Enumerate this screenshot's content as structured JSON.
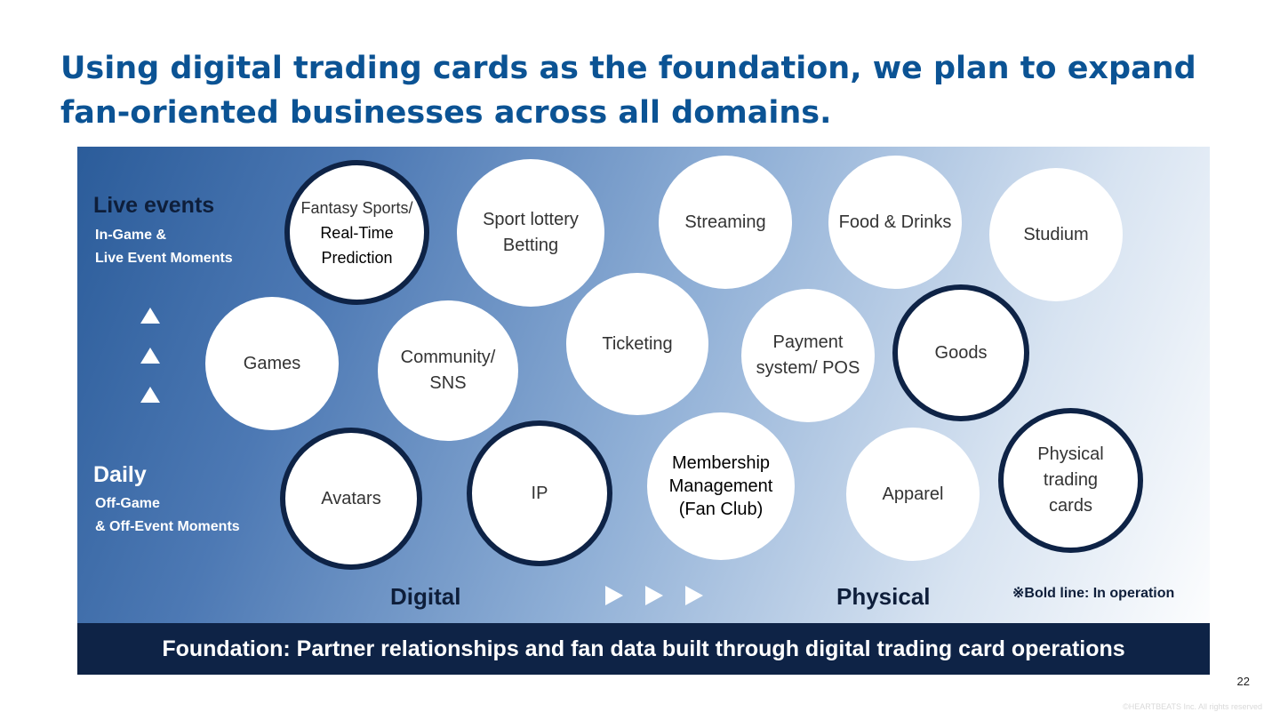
{
  "slide": {
    "title_line1": "Using digital trading cards as the foundation, we plan to expand",
    "title_line2": "fan-oriented businesses across all domains.",
    "page_number": "22",
    "copyright": "©HEARTBEATS Inc. All rights reserved"
  },
  "diagram": {
    "top_heading": "Live events",
    "top_sub": "In-Game &\nLive Event Moments",
    "bottom_heading": "Daily",
    "bottom_sub": "Off-Game\n& Off-Event Moments",
    "axis_left": "Digital",
    "axis_right": "Physical",
    "legend_note": "※Bold line: In operation",
    "foundation": "Foundation: Partner relationships and fan data built through digital trading card operations",
    "colors": {
      "title": "#0b5394",
      "navy": "#0e2346"
    },
    "circles": [
      {
        "label": "Fantasy Sports/",
        "label2": "Real-Time\nPrediction",
        "in_operation": true
      },
      {
        "label": "Sport lottery\nBetting",
        "in_operation": false
      },
      {
        "label": "Streaming",
        "in_operation": false
      },
      {
        "label": "Food & Drinks",
        "in_operation": false
      },
      {
        "label": "Studium",
        "in_operation": false
      },
      {
        "label": "Games",
        "in_operation": false
      },
      {
        "label": "Community/\nSNS",
        "in_operation": false
      },
      {
        "label": "Ticketing",
        "in_operation": false
      },
      {
        "label": "Payment\nsystem/ POS",
        "in_operation": false
      },
      {
        "label": "Goods",
        "in_operation": true
      },
      {
        "label": "Avatars",
        "in_operation": true
      },
      {
        "label": "IP",
        "in_operation": true
      },
      {
        "label": "Membership\nManagement\n(Fan Club)",
        "in_operation": false
      },
      {
        "label": "Apparel",
        "in_operation": false
      },
      {
        "label": "Physical\ntrading\ncards",
        "in_operation": true
      }
    ]
  }
}
